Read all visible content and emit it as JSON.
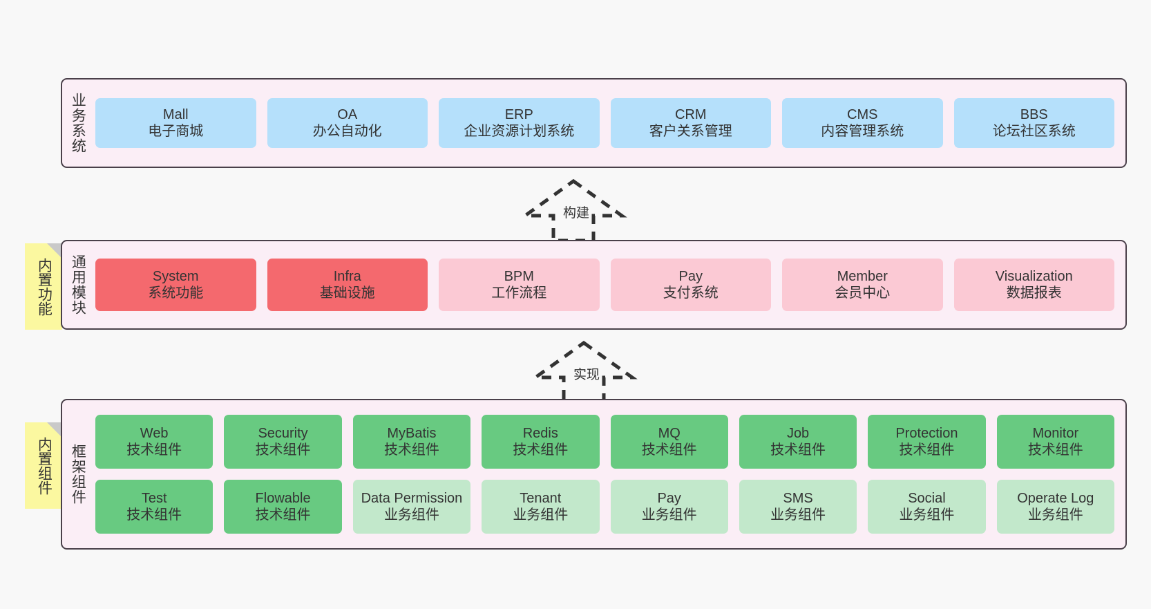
{
  "diagram": {
    "background": "#f8f8f8",
    "layer_fill": "#fbeef6",
    "layer_border": "#4a404a",
    "note_fill": "#fbf8a0"
  },
  "layers": {
    "business": {
      "title": "业务系统",
      "color": "#b5e0fb",
      "cards": [
        {
          "en": "Mall",
          "cn": "电子商城"
        },
        {
          "en": "OA",
          "cn": "办公自动化"
        },
        {
          "en": "ERP",
          "cn": "企业资源计划系统"
        },
        {
          "en": "CRM",
          "cn": "客户关系管理"
        },
        {
          "en": "CMS",
          "cn": "内容管理系统"
        },
        {
          "en": "BBS",
          "cn": "论坛社区系统"
        }
      ]
    },
    "common": {
      "title": "通用模块",
      "note": "内置功能",
      "color_primary": "#f4696e",
      "color_secondary": "#fbc9d4",
      "cards": [
        {
          "en": "System",
          "cn": "系统功能",
          "tone": "primary"
        },
        {
          "en": "Infra",
          "cn": "基础设施",
          "tone": "primary"
        },
        {
          "en": "BPM",
          "cn": "工作流程",
          "tone": "secondary"
        },
        {
          "en": "Pay",
          "cn": "支付系统",
          "tone": "secondary"
        },
        {
          "en": "Member",
          "cn": "会员中心",
          "tone": "secondary"
        },
        {
          "en": "Visualization",
          "cn": "数据报表",
          "tone": "secondary"
        }
      ]
    },
    "framework": {
      "title": "框架组件",
      "note": "内置组件",
      "color_primary": "#68ca81",
      "color_secondary": "#c2e8cb",
      "row1": [
        {
          "en": "Web",
          "cn": "技术组件",
          "tone": "primary"
        },
        {
          "en": "Security",
          "cn": "技术组件",
          "tone": "primary"
        },
        {
          "en": "MyBatis",
          "cn": "技术组件",
          "tone": "primary"
        },
        {
          "en": "Redis",
          "cn": "技术组件",
          "tone": "primary"
        },
        {
          "en": "MQ",
          "cn": "技术组件",
          "tone": "primary"
        },
        {
          "en": "Job",
          "cn": "技术组件",
          "tone": "primary"
        },
        {
          "en": "Protection",
          "cn": "技术组件",
          "tone": "primary"
        },
        {
          "en": "Monitor",
          "cn": "技术组件",
          "tone": "primary"
        }
      ],
      "row2": [
        {
          "en": "Test",
          "cn": "技术组件",
          "tone": "primary"
        },
        {
          "en": "Flowable",
          "cn": "技术组件",
          "tone": "primary"
        },
        {
          "en": "Data Permission",
          "cn": "业务组件",
          "tone": "secondary"
        },
        {
          "en": "Tenant",
          "cn": "业务组件",
          "tone": "secondary"
        },
        {
          "en": "Pay",
          "cn": "业务组件",
          "tone": "secondary"
        },
        {
          "en": "SMS",
          "cn": "业务组件",
          "tone": "secondary"
        },
        {
          "en": "Social",
          "cn": "业务组件",
          "tone": "secondary"
        },
        {
          "en": "Operate Log",
          "cn": "业务组件",
          "tone": "secondary"
        }
      ]
    }
  },
  "connectors": [
    {
      "label": "构建",
      "from": "common",
      "to": "business",
      "style": "dashed-realization"
    },
    {
      "label": "实现",
      "from": "framework",
      "to": "common",
      "style": "dashed-realization"
    }
  ]
}
